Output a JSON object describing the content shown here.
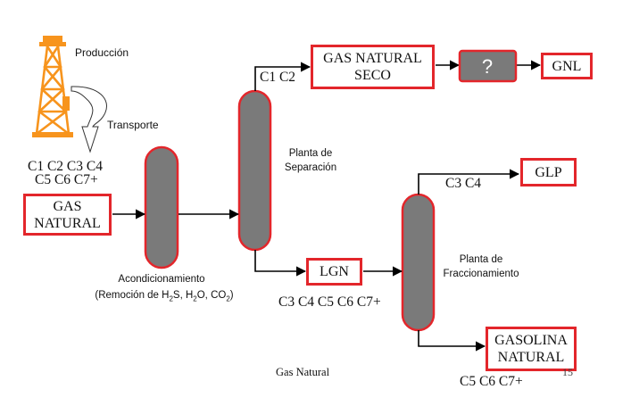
{
  "diagram": {
    "produccion": "Producción",
    "transporte": "Transporte",
    "feed_components_line1": "C1 C2 C3 C4",
    "feed_components_line2": "C5 C6 C7+",
    "gas_natural_line1": "GAS",
    "gas_natural_line2": "NATURAL",
    "acondicionamiento": "Acondicionamiento",
    "remocion_prefix": "(Remoción de H",
    "remocion_s": "S, H",
    "remocion_o": "O, CO",
    "remocion_end": ")",
    "sub_2": "2",
    "planta_separacion_line1": "Planta de",
    "planta_separacion_line2": "Separación",
    "dry_gas_components": "C1 C2",
    "gas_seco_line1": "GAS NATURAL",
    "gas_seco_line2": "SECO",
    "unknown_process": "?",
    "gnl": "GNL",
    "lgn": "LGN",
    "lgn_components": "C3 C4 C5 C6 C7+",
    "planta_fraccionamiento_line1": "Planta de",
    "planta_fraccionamiento_line2": "Fraccionamiento",
    "glp_components": "C3  C4",
    "glp": "GLP",
    "gasolina_line1": "GASOLINA",
    "gasolina_line2": "NATURAL",
    "gasolina_components": "C5  C6  C7+",
    "footer": "Gas Natural",
    "page_number": "15"
  },
  "colors": {
    "box_border": "#e3262b",
    "column_fill": "#7a7a7a",
    "column_border": "#e3262b",
    "question_fill": "#7a7a7a",
    "rig_color": "#f7941d",
    "arrow": "#000000"
  },
  "icons": {
    "rig": "oil-derrick-icon",
    "transport": "curved-arrow-icon"
  }
}
